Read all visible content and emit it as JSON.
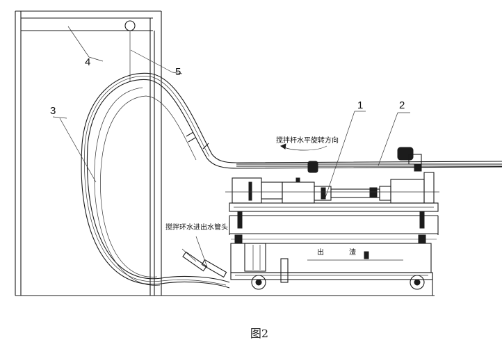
{
  "labels": {
    "c1": "1",
    "c2": "2",
    "c3": "3",
    "c4": "4",
    "c5": "5"
  },
  "annotations": {
    "rotation_direction": "搅拌杆水平旋转方向",
    "pipe_joint": "搅拌环水进出水管头",
    "word_left": "出",
    "word_right": "渣"
  },
  "caption": "图2"
}
